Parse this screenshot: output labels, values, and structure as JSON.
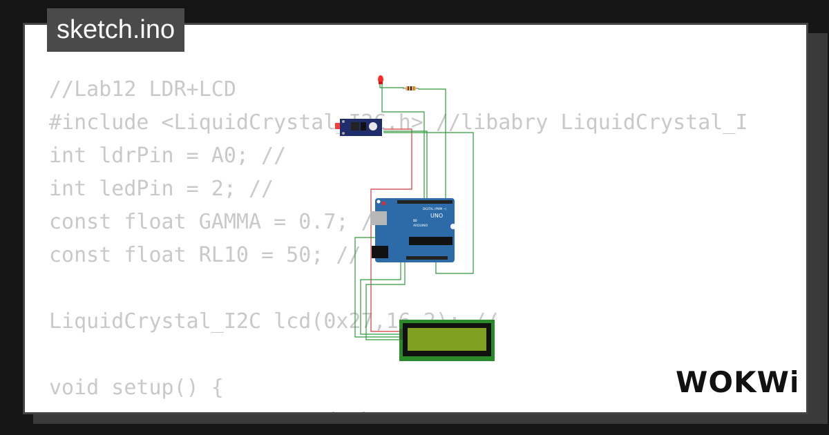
{
  "title": "sketch.ino",
  "code_lines": [
    "//Lab12 LDR+LCD",
    "#include <LiquidCrystal_I2C.h> //libabry LiquidCrystal_I",
    "int ldrPin = A0; //",
    "int ledPin = 2; //",
    "const float GAMMA = 0.7; //",
    "const float RL10 = 50; //",
    "",
    "LiquidCrystal_I2C lcd(0x27,16,2); //",
    "",
    "void setup() {",
    "  // put your setup code here, to run once:"
  ],
  "circuit": {
    "board_label": "UNO",
    "board_brand": "ARDUINO",
    "board_header_label": "DIGITAL (PWM ~)"
  },
  "logo": {
    "text": "WOKWi"
  },
  "colors": {
    "background": "#151515",
    "card": "#ffffff",
    "code_text": "#c9c9c9",
    "title_tab": "#4a4a4a",
    "wire_green": "#2e9a3c",
    "wire_red": "#d23a3a",
    "board_blue": "#2c6aa8",
    "lcd_green": "#2a8a2a",
    "lcd_screen": "#7fa020"
  }
}
